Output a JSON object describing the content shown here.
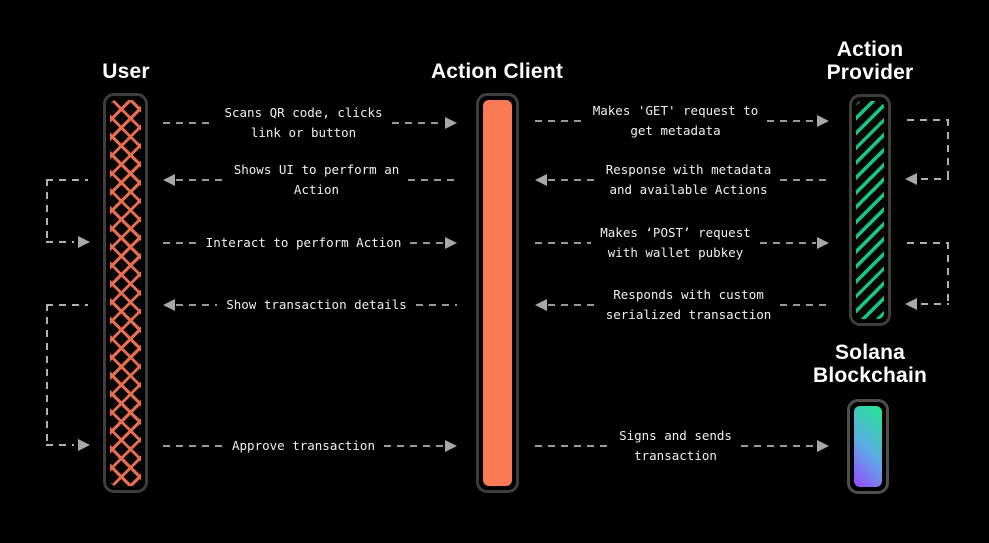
{
  "page": {
    "background": "#000000"
  },
  "lanes": {
    "user": {
      "title": "User",
      "fill_style": "orange-crosshatch",
      "color": "#E96E4D"
    },
    "action_client": {
      "title": "Action Client",
      "fill_style": "solid-orange",
      "color": "#FB7A56"
    },
    "action_provider": {
      "title": "Action\nProvider",
      "fill_style": "green-diagonal-hatch",
      "color": "#15C983"
    },
    "solana": {
      "title": "Solana\nBlockchain",
      "fill_style": "diagonal-gradient",
      "gradient": [
        "#20E98C",
        "#5FA9E7",
        "#9747FF"
      ]
    }
  },
  "messages": {
    "left": [
      {
        "label": "Scans QR code, clicks\nlink or button",
        "from": "User",
        "to": "Action Client",
        "direction": "right"
      },
      {
        "label": "Shows UI to perform an\nAction",
        "from": "Action Client",
        "to": "User",
        "direction": "left"
      },
      {
        "label": "Interact to perform Action",
        "from": "User",
        "to": "Action Client",
        "direction": "right"
      },
      {
        "label": "Show transaction details",
        "from": "Action Client",
        "to": "User",
        "direction": "left"
      },
      {
        "label": "Approve transaction",
        "from": "User",
        "to": "Action Client",
        "direction": "right"
      }
    ],
    "right": [
      {
        "label": "Makes 'GET' request to\nget metadata",
        "from": "Action Client",
        "to": "Action Provider",
        "direction": "right"
      },
      {
        "label": "Response with metadata\nand available Actions",
        "from": "Action Provider",
        "to": "Action Client",
        "direction": "left"
      },
      {
        "label": "Makes ‘POST’ request\nwith wallet pubkey",
        "from": "Action Client",
        "to": "Action Provider",
        "direction": "right"
      },
      {
        "label": "Responds with custom\nserialized transaction",
        "from": "Action Provider",
        "to": "Action Client",
        "direction": "left"
      },
      {
        "label": "Signs and sends\ntransaction",
        "from": "Action Client",
        "to": "Solana Blockchain",
        "direction": "right"
      }
    ]
  },
  "colors": {
    "dash": "#9A9A9A",
    "bracket_dash": "#B0B0B0",
    "arrowhead": "#A8A8A8",
    "bar_border": "#3D3D3D",
    "label_text": "#EFEFEF",
    "title_text": "#FFFFFF"
  }
}
